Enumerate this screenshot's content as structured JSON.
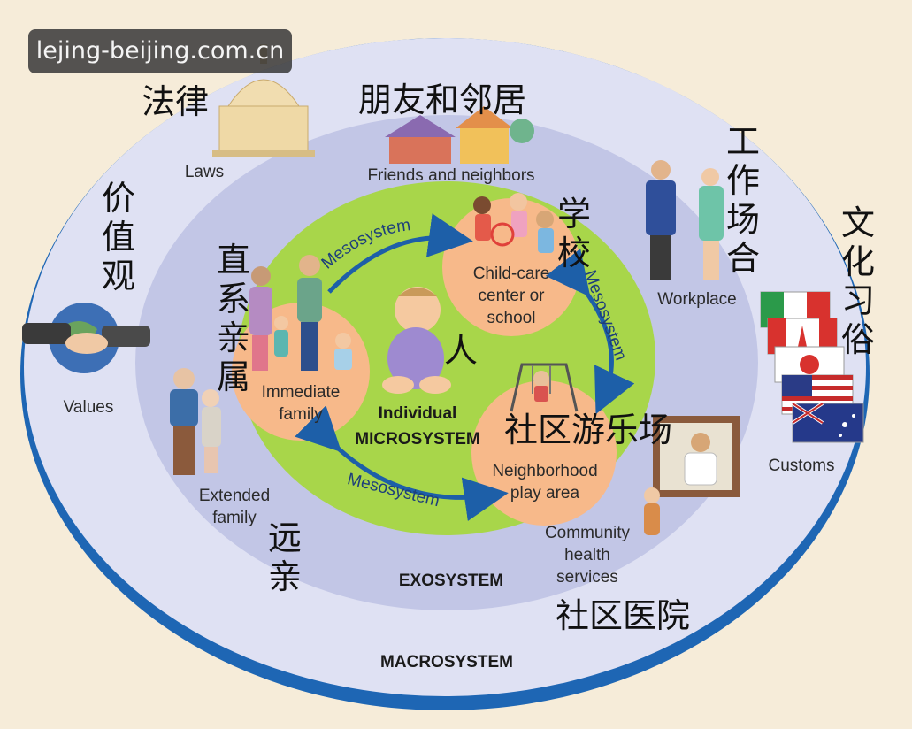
{
  "watermark": "lejing-beijing.com.cn",
  "systems": {
    "macro": "MACROSYSTEM",
    "exo": "EXOSYSTEM",
    "micro_line1": "Individual",
    "micro_line2": "MICROSYSTEM",
    "meso": "Mesosystem"
  },
  "labels": {
    "laws": "Laws",
    "friends": "Friends and neighbors",
    "workplace": "Workplace",
    "values": "Values",
    "customs": "Customs",
    "extended": "Extended\nfamily",
    "community": "Community\nhealth\nservices",
    "childcare": "Child-care\ncenter or\nschool",
    "immediate": "Immediate\nfamily",
    "play": "Neighborhood\nplay area"
  },
  "chinese": {
    "laws": "法律",
    "friends": "朋友和邻居",
    "school": "学校",
    "workplace": "工作场合",
    "customs": "文化习俗",
    "values": "价值观",
    "immediate": "直系亲属",
    "person": "人",
    "playground": "社区游乐场",
    "extended": "远亲",
    "hospital": "社区医院"
  },
  "colors": {
    "background": "#f6ecd9",
    "macro_fill": "#dfe1f3",
    "macro_rim": "#1e66b4",
    "exo_fill": "#c2c6e6",
    "micro_fill": "#a8d64a",
    "node_fill": "#f7b98a",
    "arrow": "#1d5fa8"
  }
}
